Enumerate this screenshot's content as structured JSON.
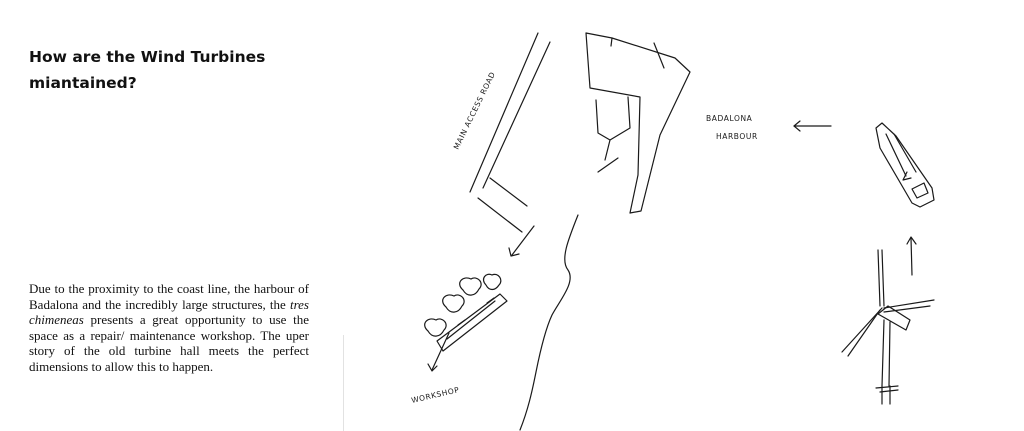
{
  "heading": {
    "line1": "How are the Wind Turbines",
    "line2": "miantained?"
  },
  "body": {
    "before": "Due to the proximity to the coast line, the harbour of Badalona and the incredibly large structures, the ",
    "emphasis": "tres chimeneas",
    "after": " presents a great opportunity to use the space as a repair/ maintenance workshop. The uper story of the old turbine hall meets the perfect dimensions to allow this to happen."
  },
  "sketch": {
    "road_label": "MAIN ACCESS ROAD",
    "harbour_label_line1": "BADALONA",
    "harbour_label_line2": "HARBOUR",
    "workshop_label": "WORKSHOP"
  }
}
